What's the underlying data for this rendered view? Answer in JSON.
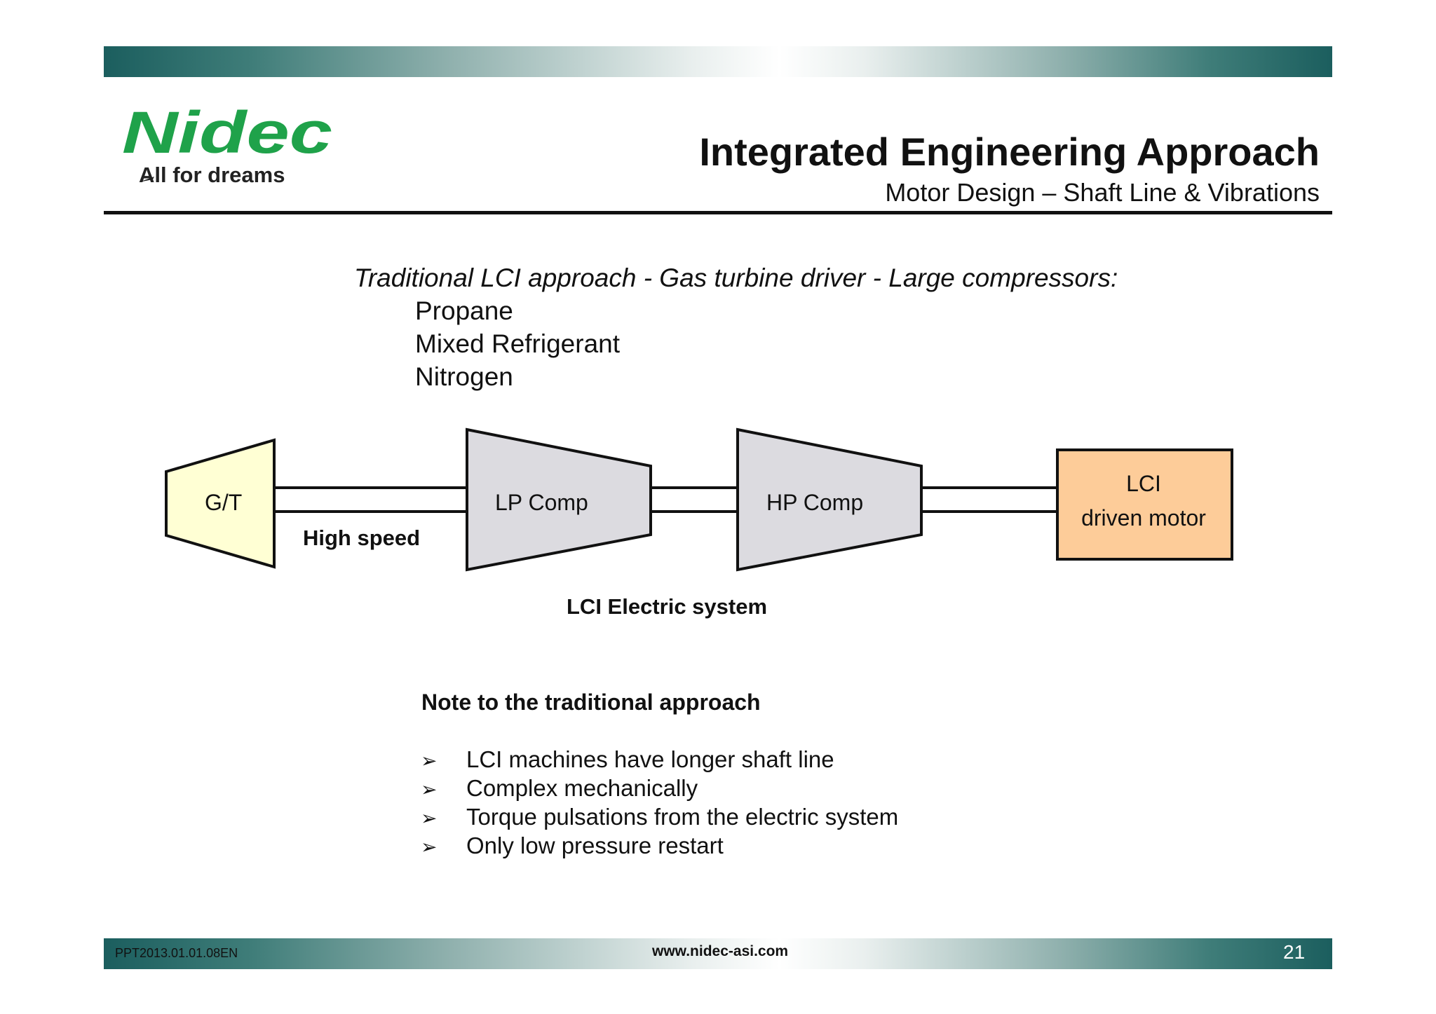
{
  "header": {
    "logo_text": "Nidec",
    "tagline": "All for dreams",
    "title": "Integrated Engineering Approach",
    "subtitle": "Motor Design – Shaft Line & Vibrations",
    "logo_color": "#1fa24a"
  },
  "intro": {
    "text": "Traditional LCI approach - Gas turbine driver - Large compressors:",
    "items": [
      "Propane",
      "Mixed Refrigerant",
      "Nitrogen"
    ]
  },
  "diagram": {
    "gt_label": "G/T",
    "lp_label": "LP Comp",
    "hp_label": "HP Comp",
    "motor_line1": "LCI",
    "motor_line2": "driven motor",
    "speed_label": "High speed",
    "system_label": "LCI Electric system",
    "gt_fill": "#ffffd4",
    "comp_fill": "#dcdbe0",
    "motor_fill": "#fdcc99"
  },
  "note": {
    "heading": "Note to the traditional approach",
    "bullet_icon": "arrow-bullet-icon",
    "bullets": [
      "LCI machines have longer shaft line",
      "Complex mechanically",
      "Torque pulsations from the electric system",
      "Only low pressure restart"
    ]
  },
  "footer": {
    "code": "PPT2013.01.01.08EN",
    "url": "www.nidec-asi.com",
    "page": "21"
  }
}
